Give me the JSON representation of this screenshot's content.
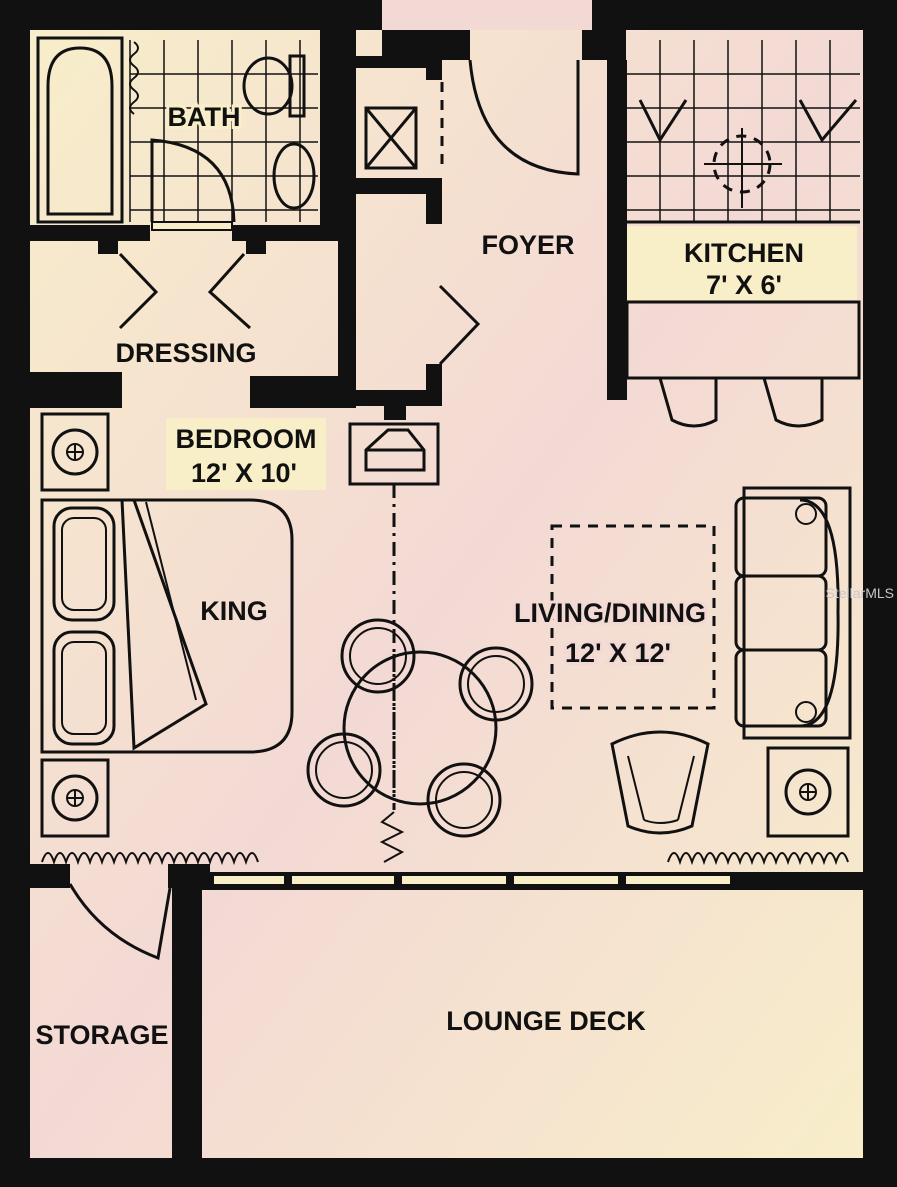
{
  "colors": {
    "background": "#ffffff",
    "warm_floor": "#f8efc9",
    "cool_floor": "#f3d9d4",
    "wall": "#111111"
  },
  "rooms": {
    "bath": {
      "label": "BATH"
    },
    "foyer": {
      "label": "FOYER"
    },
    "kitchen": {
      "label": "KITCHEN",
      "dimensions": "7' X 6'"
    },
    "dressing": {
      "label": "DRESSING"
    },
    "bedroom": {
      "label": "BEDROOM",
      "dimensions": "12' X 10'"
    },
    "bed": {
      "label": "KING"
    },
    "living": {
      "label": "LIVING/DINING",
      "dimensions": "12' X 12'"
    },
    "storage": {
      "label": "STORAGE"
    },
    "deck": {
      "label": "LOUNGE DECK"
    }
  },
  "watermark": "StellarMLS"
}
